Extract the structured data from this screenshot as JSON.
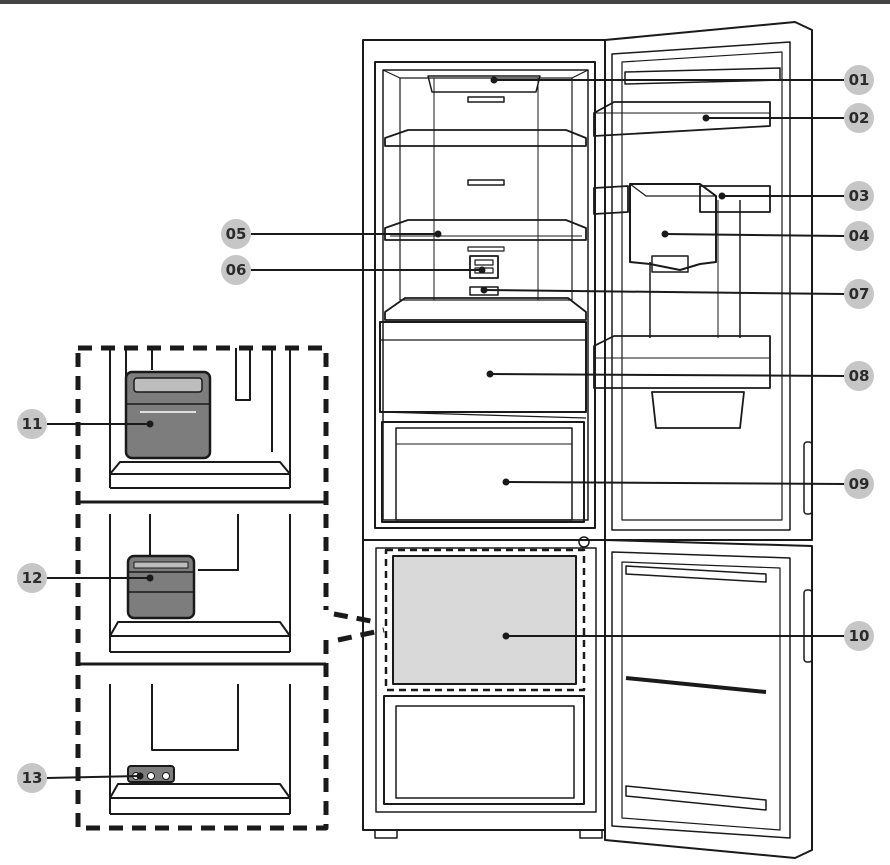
{
  "colors": {
    "line": "#1a1a1a",
    "badge_fill": "#c6c6c6",
    "badge_text": "#2b2b2b",
    "drawer_fill": "#d9d9d9",
    "accessory_fill": "#7d7d7d",
    "background": "#ffffff",
    "top_bar": "#444444"
  },
  "callouts": [
    {
      "id": "01",
      "label": "01"
    },
    {
      "id": "02",
      "label": "02"
    },
    {
      "id": "03",
      "label": "03"
    },
    {
      "id": "04",
      "label": "04"
    },
    {
      "id": "05",
      "label": "05"
    },
    {
      "id": "06",
      "label": "06"
    },
    {
      "id": "07",
      "label": "07"
    },
    {
      "id": "08",
      "label": "08"
    },
    {
      "id": "09",
      "label": "09"
    },
    {
      "id": "10",
      "label": "10"
    },
    {
      "id": "11",
      "label": "11"
    },
    {
      "id": "12",
      "label": "12"
    },
    {
      "id": "13",
      "label": "13"
    }
  ]
}
